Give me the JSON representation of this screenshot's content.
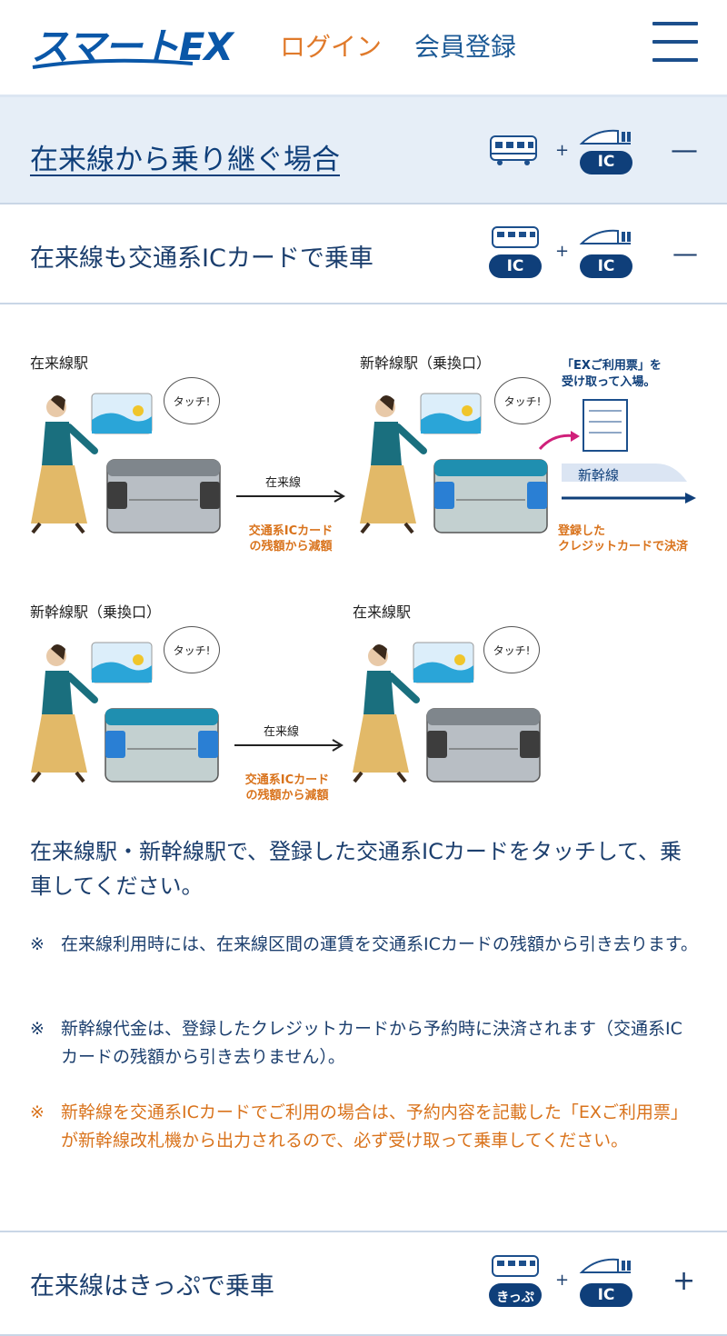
{
  "header": {
    "logo": "スマートEX",
    "login_label": "ログイン",
    "register_label": "会員登録",
    "menu_icon": "hamburger-menu-icon"
  },
  "sections": [
    {
      "title": "在来線から乗り継ぐ場合",
      "toggle": "—",
      "icons": {
        "left": "train",
        "right_badge": "IC"
      }
    },
    {
      "title": "在来線も交通系ICカードで乗車",
      "toggle": "—",
      "icons": {
        "left_badge": "IC",
        "right_badge": "IC"
      }
    },
    {
      "title": "在来線はきっぷで乗車",
      "toggle": "+",
      "icons": {
        "left_badge": "きっぷ",
        "right_badge": "IC"
      }
    }
  ],
  "plus_sign": "+",
  "diagram": {
    "row1": {
      "left_station": "在来線駅",
      "right_station": "新幹線駅（乗換口）",
      "touch": "タッチ!",
      "line_label": "在来線",
      "deduct_label_1": "交通系ICカード",
      "deduct_label_2": "の残額から減額",
      "receipt_note_1": "「EXご利用票」を",
      "receipt_note_2": "受け取って入場。",
      "shinkansen_label": "新幹線",
      "settle_label_1": "登録した",
      "settle_label_2": "クレジットカードで決済"
    },
    "row2": {
      "left_station": "新幹線駅（乗換口）",
      "right_station": "在来線駅",
      "touch": "タッチ!",
      "line_label": "在来線",
      "deduct_label_1": "交通系ICカード",
      "deduct_label_2": "の残額から減額"
    }
  },
  "lead_text": "在来線駅・新幹線駅で、登録した交通系ICカードをタッチして、乗車してください。",
  "notes": [
    {
      "mark": "※",
      "text": "在来線利用時には、在来線区間の運賃を交通系ICカードの残額から引き去ります。"
    },
    {
      "mark": "※",
      "text": "新幹線代金は、登録したクレジットカードから予約時に決済されます（交通系ICカードの残額から引き去りません）。"
    },
    {
      "mark": "※",
      "text": "新幹線を交通系ICカードでご利用の場合は、予約内容を記載した「EXご利用票」が新幹線改札機から出力されるので、必ず受け取って乗車してください。"
    }
  ],
  "colors": {
    "brand_blue": "#0a57a8",
    "accent_orange": "#d9731c",
    "text_navy": "#1c3f6e",
    "section_bg": "#e6eef7"
  }
}
